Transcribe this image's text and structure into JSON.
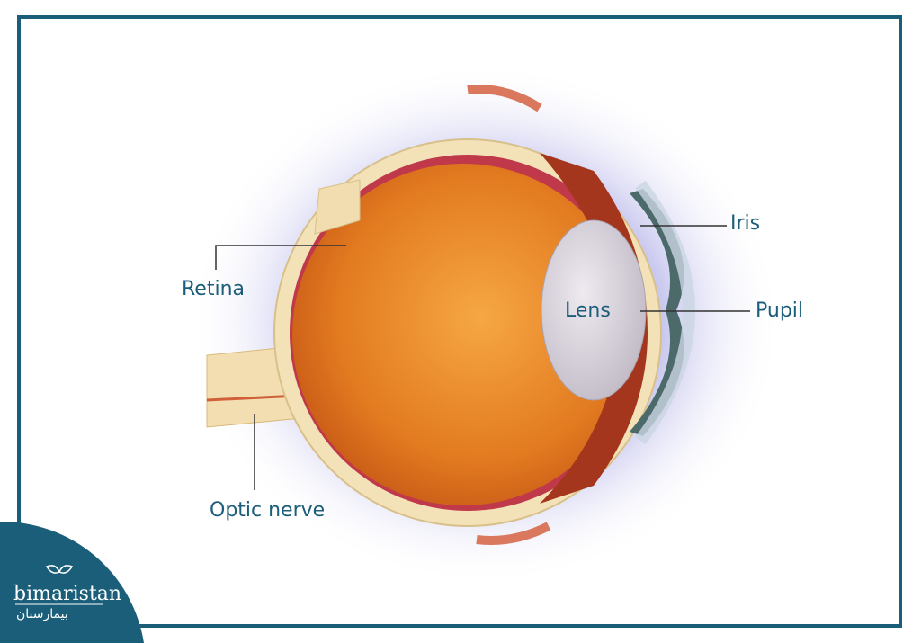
{
  "labels": {
    "retina": "Retina",
    "optic_nerve": "Optic nerve",
    "iris": "Iris",
    "lens": "Lens",
    "pupil": "Pupil"
  },
  "logo": {
    "latin": "bimaristan",
    "arabic": "بيمارستان"
  },
  "colors": {
    "brand": "#1a5e7a",
    "label": "#1b5d7a"
  }
}
